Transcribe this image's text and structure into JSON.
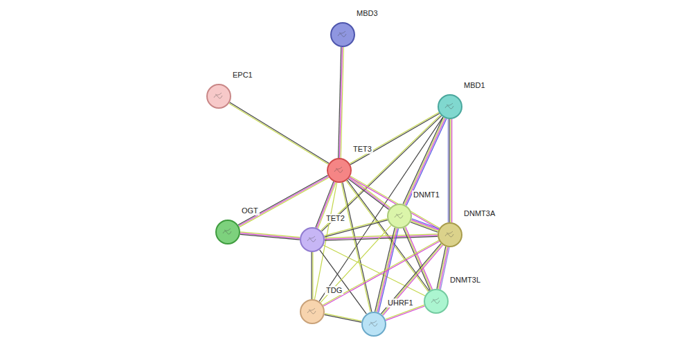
{
  "diagram": {
    "nodes": [
      {
        "text": [
          "MBD3"
        ]
      },
      {
        "text": [
          "EPC1"
        ]
      },
      {
        "text": [
          "MBD1"
        ]
      },
      {
        "text": [
          "TET3"
        ]
      },
      {
        "text": [
          "DNMT1"
        ]
      },
      {
        "text": [
          "OGT"
        ]
      },
      {
        "text": [
          "TET2"
        ]
      },
      {
        "text": [
          "DNMT3A"
        ]
      },
      {
        "text": [
          "DNMT3L"
        ]
      },
      {
        "text": [
          "TDG"
        ]
      },
      {
        "text": [
          "UHRF1"
        ]
      }
    ],
    "edges": [
      {
        "from": 0,
        "to": 3,
        "arrow": "none"
      },
      {
        "from": 1,
        "to": 3,
        "arrow": "none"
      },
      {
        "from": 2,
        "to": 3,
        "arrow": "none"
      },
      {
        "from": 2,
        "to": 4,
        "arrow": "none"
      },
      {
        "from": 2,
        "to": 7,
        "arrow": "none"
      },
      {
        "from": 2,
        "to": 6,
        "arrow": "none"
      },
      {
        "from": 2,
        "to": 9,
        "arrow": "none"
      },
      {
        "from": 3,
        "to": 5,
        "arrow": "none"
      },
      {
        "from": 3,
        "to": 6,
        "arrow": "none"
      },
      {
        "from": 3,
        "to": 4,
        "arrow": "none"
      },
      {
        "from": 3,
        "to": 7,
        "arrow": "none"
      },
      {
        "from": 3,
        "to": 8,
        "arrow": "none"
      },
      {
        "from": 3,
        "to": 10,
        "arrow": "none"
      },
      {
        "from": 3,
        "to": 9,
        "arrow": "none"
      },
      {
        "from": 5,
        "to": 6,
        "arrow": "none"
      },
      {
        "from": 6,
        "to": 4,
        "arrow": "none"
      },
      {
        "from": 6,
        "to": 7,
        "arrow": "none"
      },
      {
        "from": 6,
        "to": 9,
        "arrow": "none"
      },
      {
        "from": 6,
        "to": 10,
        "arrow": "none"
      },
      {
        "from": 6,
        "to": 8,
        "arrow": "none"
      },
      {
        "from": 4,
        "to": 7,
        "arrow": "none"
      },
      {
        "from": 4,
        "to": 8,
        "arrow": "none"
      },
      {
        "from": 4,
        "to": 10,
        "arrow": "none"
      },
      {
        "from": 4,
        "to": 9,
        "arrow": "none"
      },
      {
        "from": 7,
        "to": 8,
        "arrow": "none"
      },
      {
        "from": 7,
        "to": 10,
        "arrow": "none"
      },
      {
        "from": 7,
        "to": 9,
        "arrow": "none"
      },
      {
        "from": 8,
        "to": 10,
        "arrow": "none"
      },
      {
        "from": 9,
        "to": 10,
        "arrow": "none"
      }
    ]
  }
}
